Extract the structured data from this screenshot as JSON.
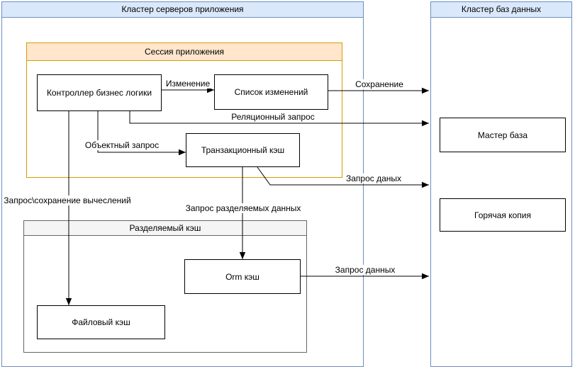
{
  "diagram": {
    "containers": {
      "app_cluster": {
        "title": "Кластер серверов приложения"
      },
      "db_cluster": {
        "title": "Кластер баз данных"
      },
      "session": {
        "title": "Сессия приложения"
      },
      "shared_cache": {
        "title": "Разделяемый кэш"
      }
    },
    "nodes": {
      "controller": {
        "label": "Контроллер бизнес логики"
      },
      "change_list": {
        "label": "Список изменений"
      },
      "tx_cache": {
        "label": "Транзакционный кэш"
      },
      "orm_cache": {
        "label": "Orm кэш"
      },
      "file_cache": {
        "label": "Файловый кэш"
      },
      "master_db": {
        "label": "Мастер база"
      },
      "hot_copy": {
        "label": "Горячая копия"
      }
    },
    "edge_labels": {
      "change": "Изменение",
      "save": "Сохранение",
      "relational_query": "Реляционный запрос",
      "object_query": "Объектный запрос",
      "request_save_computations": "Запрос\\сохранение вычеслений",
      "shared_data_request": "Запрос разделяемых данных",
      "data_request_tx": "Запрос даных",
      "data_request_orm": "Запрос данных"
    },
    "colors": {
      "blue_fill": "#dae8fc",
      "blue_border": "#6c8ebf",
      "orange_fill": "#ffe6cc",
      "orange_border": "#d79b00",
      "gray_fill": "#f5f5f5",
      "gray_border": "#666666",
      "node_border": "#000000",
      "node_fill": "#ffffff",
      "edge_color": "#000000",
      "text_color": "#000000"
    }
  }
}
